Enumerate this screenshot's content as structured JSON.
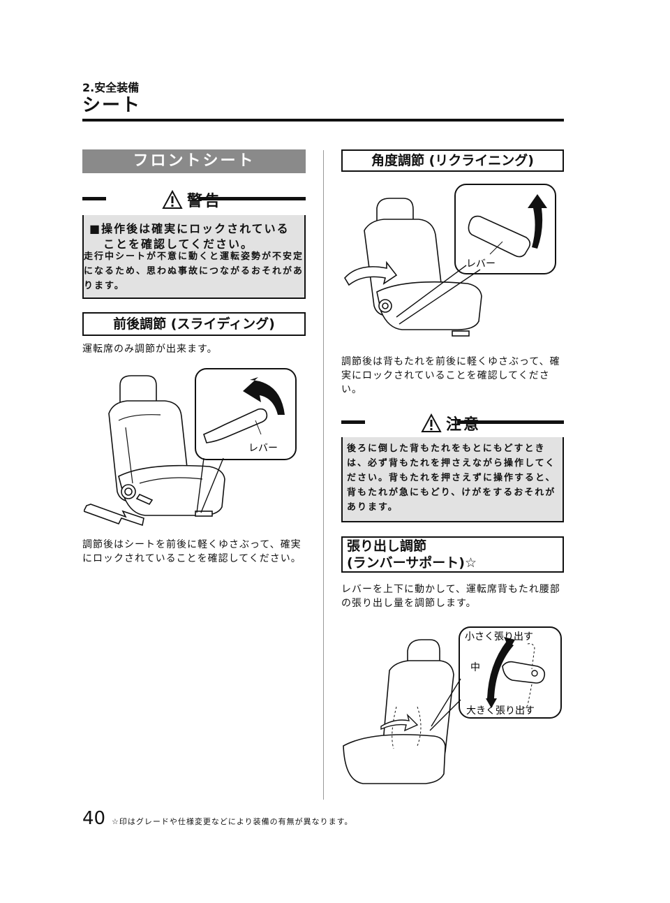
{
  "header": {
    "section_number": "2.安全装備",
    "title": "シート"
  },
  "left": {
    "banner": "フロントシート",
    "warning": {
      "label": "警告",
      "headline_1": "■操作後は確実にロックされている",
      "headline_2": "ことを確認してください。",
      "body": "走行中シートが不意に動くと運転姿勢が不安定になるため、思わぬ事故につながるおそれがあります。"
    },
    "sliding": {
      "heading": "前後調節 (スライディング)",
      "intro": "運転席のみ調節が出来ます。",
      "lever_label": "レバー",
      "after": "調節後はシートを前後に軽くゆさぶって、確実にロックされていることを確認してください。"
    }
  },
  "right": {
    "reclining": {
      "heading": "角度調節 (リクライニング)",
      "lever_label": "レバー",
      "after": "調節後は背もたれを前後に軽くゆさぶって、確実にロックされていることを確認してください。"
    },
    "caution": {
      "label": "注意",
      "body": "後ろに倒した背もたれをもとにもどすときは、必ず背もたれを押さえながら操作してください。背もたれを押さえずに操作すると、背もたれが急にもどり、けがをするおそれがあります。"
    },
    "lumbar": {
      "heading_1": "張り出し調節",
      "heading_2": "(ランバーサポート)☆",
      "body": "レバーを上下に動かして、運転席背もたれ腰部の張り出し量を調節します。",
      "label_small": "小さく張り出す",
      "label_mid": "中",
      "label_large": "大きく張り出す"
    }
  },
  "footer": {
    "page_number": "40",
    "note": "☆印はグレードや仕様変更などにより装備の有無が異なります。"
  }
}
